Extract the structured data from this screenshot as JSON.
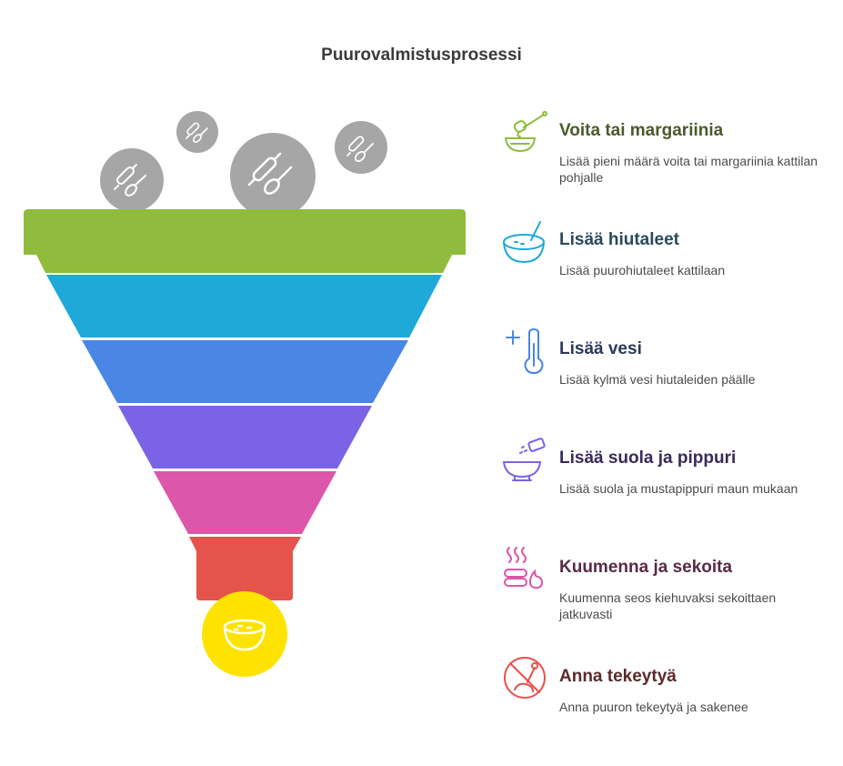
{
  "title": "Puurovalmistusprosessi",
  "colors": {
    "gray_circle": "#a6a6a6",
    "output_circle": "#ffe300",
    "band_colors": [
      "#8fbc3c",
      "#1fa9d8",
      "#4a86e4",
      "#7b63e6",
      "#dc56a9",
      "#e5534d"
    ]
  },
  "steps": [
    {
      "icon": "honey-dipper-bowl-icon",
      "heading": "Voita tai margariinia",
      "description": "Lisää pieni määrä voita tai margariinia kattilan pohjalle",
      "color": "#8fbc3c",
      "text_color": "#4a5a2a"
    },
    {
      "icon": "bowl-with-spoon-icon",
      "heading": "Lisää hiutaleet",
      "description": "Lisää puurohiutaleet kattilaan",
      "color": "#1fa9d8",
      "text_color": "#2a4a5a"
    },
    {
      "icon": "thermometer-icon",
      "heading": "Lisää vesi",
      "description": "Lisää kylmä vesi hiutaleiden päälle",
      "color": "#4a86e4",
      "text_color": "#2a3a5a"
    },
    {
      "icon": "salt-shaker-bowl-icon",
      "heading": "Lisää suola ja pippuri",
      "description": "Lisää suola ja mustapippuri maun mukaan",
      "color": "#7b63e6",
      "text_color": "#3a2a5a"
    },
    {
      "icon": "steaming-pot-flame-icon",
      "heading": "Kuumenna ja sekoita",
      "description": "Kuumenna seos kiehuvaksi sekoittaen jatkuvasti",
      "color": "#dc56a9",
      "text_color": "#5a2a44"
    },
    {
      "icon": "no-stirring-icon",
      "heading": "Anna tekeytyä",
      "description": "Anna puuron tekeytyä ja sakenee",
      "color": "#e5534d",
      "text_color": "#5a2a2a"
    }
  ]
}
